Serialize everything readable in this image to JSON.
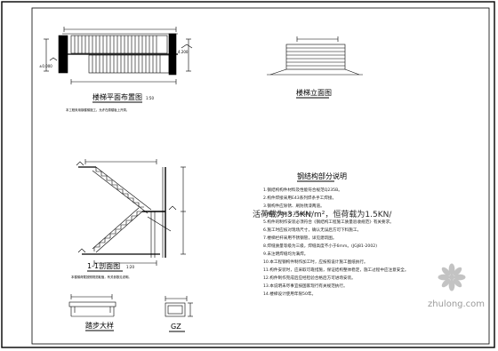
{
  "plan_view": {
    "title": "楼梯平面布置图",
    "scale": "1:50",
    "note": "本工程采用钢楼梯施工。允许在原楼板上开洞。",
    "elev_upper": "4.200",
    "elev_lower": "±0.000"
  },
  "elevation_view": {
    "title": "楼梯立面图"
  },
  "section_view": {
    "title": "1-1剖面图",
    "scale": "1:20",
    "note": "本楼梯荷载按照规范取值，有关参数见说明。"
  },
  "stair_step_detail": {
    "title": "踏步大样"
  },
  "column_detail": {
    "title": "GZ"
  },
  "notes_panel": {
    "title": "钢结构部分说明",
    "load_overlay": "活荷载为:3.5KN/m²，恒荷载为1.5KN/",
    "lines": [
      "1.钢结构构件材料及性能符合规范Q235B。",
      "2.构件焊接采用E43系列焊条手工焊接。",
      "3.钢构件应除锈、刷防锈漆两道。",
      "4.楼梯活荷载为:3.5KN/m²",
      "5.构件的制作安装必须符合《钢结构工程施工质量验收规范》有关要求。",
      "6.施工时应核对现场尺寸，确认无误后方可下料施工。",
      "7.楼梯栏杆采用不锈钢管，详见建筑图。",
      "8.焊缝质量等级为三级，焊缝高度不小于6mm。(JGJ81-2002)",
      "9.未注明焊缝均为满焊。",
      "10.本工程钢构件制作加工时，应按照设计施工图纸执行。",
      "11.构件安装时，应采取可靠措施，保证结构整体稳定，施工过程中应注意安全。",
      "12.构件制作完成后应经检验合格后方可进场安装。",
      "13.本说明未尽事宜按国家现行有关规范执行。",
      "14.楼梯设计使用年限50年。"
    ]
  },
  "watermark": {
    "brand": "zhulong.com"
  }
}
